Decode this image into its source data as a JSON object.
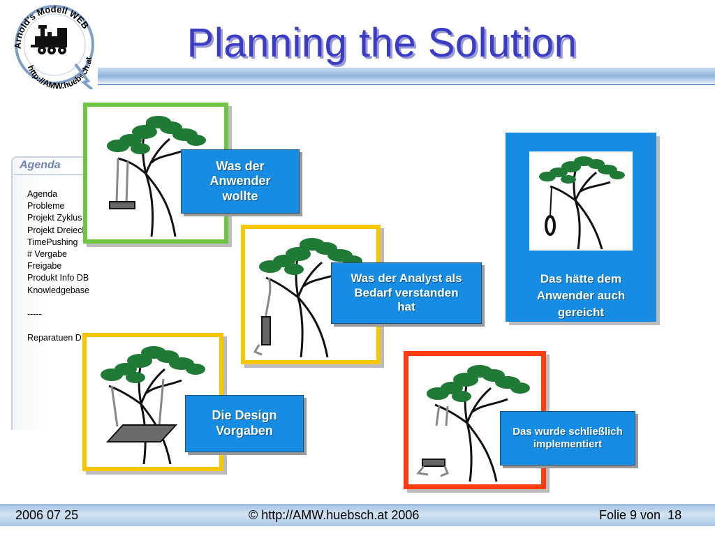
{
  "header": {
    "title": "Planning the Solution",
    "logo_top_text": "Arnold's Modell WEB",
    "logo_side_text": "http://AMW.huebsch.at"
  },
  "agenda": {
    "title": "Agenda",
    "items": [
      "Agenda",
      "Probleme",
      "Projekt Zyklus",
      "Projekt Dreieck",
      "TimePushing",
      "# Vergabe",
      "Freigabe",
      "Produkt Info DB",
      "Knowledgebase",
      "",
      "-----",
      "",
      "Reparatuen DB"
    ]
  },
  "panels": {
    "user": {
      "label": "Was der Anwender wollte",
      "frame_color": "#6cc644"
    },
    "analyst": {
      "label": "Was der Analyst als Bedarf verstanden hat",
      "frame_color": "#f7c800"
    },
    "design": {
      "label": "Die Design Vorgaben",
      "frame_color": "#f7c800"
    },
    "implemented": {
      "label": "Das wurde schließlich implementiert",
      "frame_color": "#ff3d0f"
    },
    "needed": {
      "label": "Das hätte dem Anwender auch gereicht",
      "frame_color": "#168de2"
    }
  },
  "footer": {
    "date": "2006 07 25",
    "copyright": "© http://AMW.huebsch.at 2006",
    "slide_label": "Folie 9 von",
    "slide_total": "18"
  },
  "colors": {
    "title": "#3b3cc4",
    "label_fill": "#168de2",
    "foliage": "#1f7a35"
  }
}
